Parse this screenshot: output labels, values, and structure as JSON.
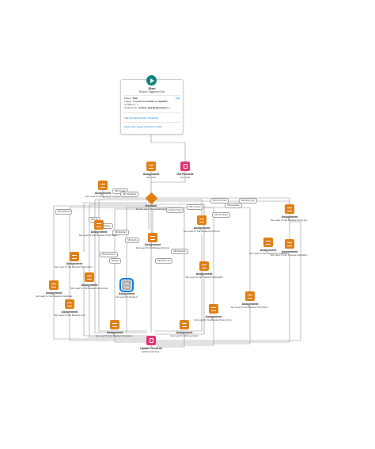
{
  "start": {
    "title": "Start",
    "subtitle": "Record-Triggered Flow",
    "object_label": "Object:",
    "object_value": "Task",
    "edit_label": "Edit",
    "trigger_label": "Trigger:",
    "trigger_value": "A record is created or updated",
    "conditions_label": "Conditions:",
    "conditions_value": "1",
    "optimize_label": "Optimize for:",
    "optimize_value": "Actions and Related Recor...",
    "scheduled_paths_link": "Add Scheduled Paths (Optional)",
    "explorer_link": "Open Flow Trigger Explorer for Task"
  },
  "elements": {
    "set_lead": {
      "type": "Assignment",
      "name": "Set Lead"
    },
    "get_records": {
      "type": "Get Records",
      "name": "Get Lead"
    },
    "decision": {
      "type": "Decision",
      "name": "Decide Lead Status Decision"
    },
    "update_records": {
      "type": "Update Records",
      "name": "Update lead stat..."
    },
    "a1": {
      "type": "Assignment",
      "name": "Set Lead To Not Booked Couples"
    },
    "a2": {
      "type": "Assignment",
      "name": "Set Lead To Not Booked Hiring Ne..."
    },
    "a3": {
      "type": "Assignment",
      "name": "Set Lead To Not Booked Child Beha..."
    },
    "a4": {
      "type": "Assignment",
      "name": "Set Lead To Not Booked In Person"
    },
    "a5": {
      "type": "Assignment",
      "name": "Set Lead To Not Booked Family"
    },
    "a6": {
      "type": "Assignment",
      "name": "Set Lead To Not Booked Hospitaliz..."
    },
    "a7": {
      "type": "Assignment",
      "name": "Set Lead To Not Booked No Contact"
    },
    "a8": {
      "type": "Assignment",
      "name": "Set Lead To Not Booked Medication..."
    },
    "a9": {
      "type": "Assignment",
      "name": "Set Lead To Not Booked Telehealth"
    },
    "a10": {
      "type": "Assignment",
      "name": "Set Lead To Not Booked Commerce"
    },
    "a11": {
      "type": "Assignment",
      "name": "Set Lead To Not Booked Individual"
    },
    "a12": {
      "type": "Assignment",
      "name": "Set Lead To Booked"
    },
    "a13": {
      "type": "Assignment",
      "name": "Set Lead To Not Booked Third Part..."
    },
    "a14": {
      "type": "Assignment",
      "name": "Set Lead To Not Booked Lost"
    },
    "a15": {
      "type": "Assignment",
      "name": "Set Lead To Not Booked Client Unp..."
    },
    "a16": {
      "type": "Assignment",
      "name": "Set Lead To Not Booked Medicaid/..."
    },
    "a17": {
      "type": "Assignment",
      "name": "Set Lead To Existing Client"
    }
  },
  "outcomes": [
    "NB Couples",
    "NB Hiring Neg",
    "NB Child Beha",
    "NB In Person",
    "NB Family",
    "NB Hospitaliz",
    "NB No Contact",
    "NB Medication",
    "NB Telehealth",
    "NB Commerce",
    "NB Individual",
    "Booked",
    "NB Third Party",
    "NB Lost",
    "NB Client Unp",
    "NB Medicaid",
    "Existing Client"
  ],
  "colors": {
    "assignment": "#e07d10",
    "records": "#e3316f",
    "start": "#0b827c",
    "link": "#0176d3",
    "connector": "#8b8b8b"
  }
}
